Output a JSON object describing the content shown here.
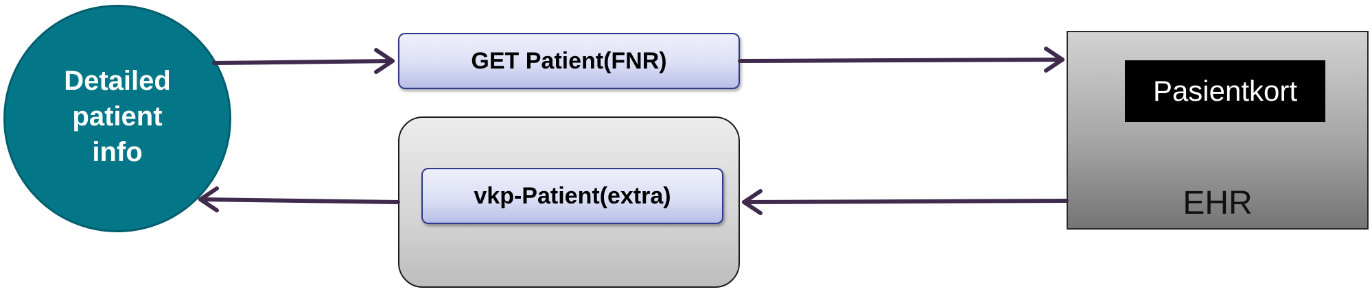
{
  "diagram": {
    "client": {
      "label": "Detailed\npatient\ninfo"
    },
    "request": {
      "label": "GET Patient(FNR)"
    },
    "response": {
      "label": "vkp-Patient(extra)"
    },
    "system": {
      "label": "EHR",
      "card_label": "Pasientkort"
    }
  },
  "colors": {
    "client_fill": "#037788",
    "pill_border": "#2e3a8c",
    "arrow": "#3f2b4d",
    "card_fill": "#000000"
  }
}
